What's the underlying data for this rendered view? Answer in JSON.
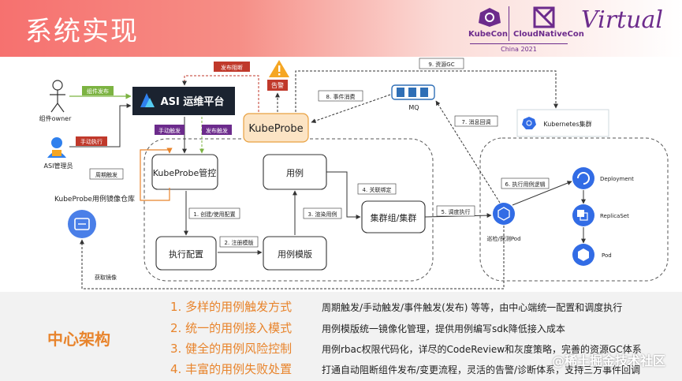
{
  "header": {
    "title": "系统实现",
    "kubecon": "KubeCon",
    "cloudnativecon": "CloudNativeCon",
    "year": "China 2021",
    "virtual": "Virtual"
  },
  "diagram": {
    "actors": {
      "owner": "组件owner",
      "admin": "ASI管理员",
      "repo": "KubeProbe用例镜像仓库"
    },
    "nodes": {
      "asi": "ASI 运维平台",
      "kubeprobe": "KubeProbe",
      "alert": "告警",
      "mq": "MQ",
      "k8s": "Kubernetes集群",
      "ctrl": "KubeProbe管控",
      "usecase": "用例",
      "exec": "执行配置",
      "tmpl": "用例模版",
      "cluster": "集群组/集群",
      "pod": "巡检/探测Pod",
      "deploy": "Deployment",
      "rs": "ReplicaSet",
      "podres": "Pod"
    },
    "edges": {
      "publish": "组件发布",
      "manual_exec": "手动执行",
      "block": "发布阻断",
      "gc": "9. 资源GC",
      "consume": "8. 事件消费",
      "callback": "7. 消息回调",
      "manual": "手动触发",
      "deploy_trig": "发布触发",
      "periodic": "周期触发",
      "create": "1. 创建/使用配置",
      "register": "2. 注册模版",
      "render": "3. 渲染用例",
      "bind": "4. 关联绑定",
      "schedule": "5. 调度执行",
      "runlogic": "6. 执行用例逻辑",
      "pull": "获取镜像"
    }
  },
  "summary": {
    "label": "中心架构",
    "points": [
      {
        "title": "1. 多样的用例触发方式",
        "desc": "周期触发/手动触发/事件触发(发布) 等等，由中心端统一配置和调度执行"
      },
      {
        "title": "2. 统一的用例接入模式",
        "desc": "用例模版统一镜像化管理，提供用例编写sdk降低接入成本"
      },
      {
        "title": "3. 健全的用例风险控制",
        "desc": "用例rbac权限代码化，详尽的CodeReview和灰度策略，完善的资源GC体系"
      },
      {
        "title": "4. 丰富的用例失败处置",
        "desc": "打通自动阻断组件发布/变更流程，灵活的告警/诊断体系，支持三方事件回调"
      }
    ]
  },
  "watermark": "@稀土掘金技术社区",
  "colors": {
    "accent": "#e8842c",
    "kubecon_purple": "#6c2b8c",
    "label_red": "#c0392b",
    "label_green": "#7cb342",
    "k8s_blue": "#326ce5"
  }
}
